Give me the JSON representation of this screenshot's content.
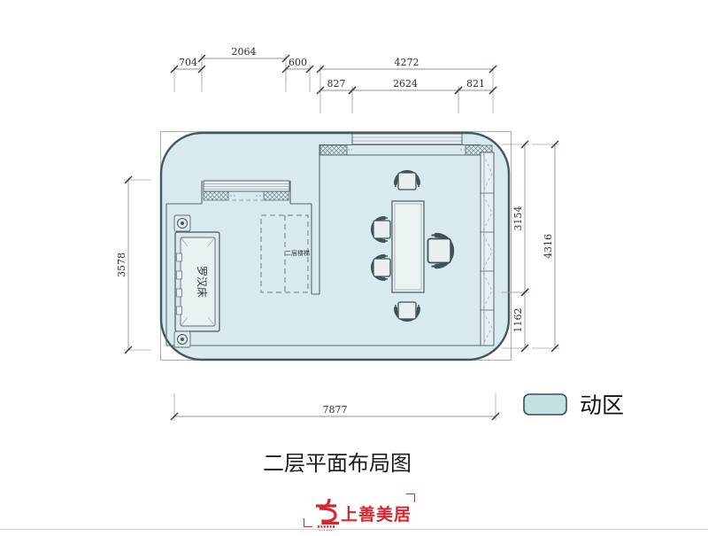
{
  "title": "二层平面布局图",
  "legend": {
    "label": "动区",
    "swatch_color": "#c3e0e3"
  },
  "logo": {
    "name": "上善美居",
    "color": "#d7262e"
  },
  "plan": {
    "room_fill": "#d9eaee",
    "outline_color": "#46585e",
    "furniture_labels": {
      "daybed": "罗汉床",
      "stairs": "二层楼梯"
    }
  },
  "dimensions": {
    "items": [
      {
        "value": "2064",
        "axis": "h",
        "a": 228,
        "b": 323,
        "at": 66,
        "e": 1
      },
      {
        "value": "704",
        "axis": "h",
        "a": 197,
        "b": 228,
        "at": 78,
        "e": 1
      },
      {
        "value": "600",
        "axis": "h",
        "a": 323,
        "b": 350,
        "at": 78,
        "e": 1
      },
      {
        "value": "4272",
        "axis": "h",
        "a": 362,
        "b": 557,
        "at": 78,
        "e": 1
      },
      {
        "value": "827",
        "axis": "h",
        "a": 362,
        "b": 398,
        "at": 102,
        "e": 1
      },
      {
        "value": "2624",
        "axis": "h",
        "a": 398,
        "b": 518,
        "at": 102,
        "e": 1
      },
      {
        "value": "821",
        "axis": "h",
        "a": 518,
        "b": 557,
        "at": 102,
        "e": 1
      },
      {
        "value": "7877",
        "axis": "h",
        "a": 197,
        "b": 560,
        "at": 470,
        "e": -1
      },
      {
        "value": "3578",
        "axis": "v",
        "a": 203,
        "b": 395,
        "at": 145,
        "e": 1
      },
      {
        "value": "3154",
        "axis": "v",
        "a": 163,
        "b": 330,
        "at": 593,
        "e": -1
      },
      {
        "value": "1162",
        "axis": "v",
        "a": 330,
        "b": 393,
        "at": 593,
        "e": -1
      },
      {
        "value": "4316",
        "axis": "v",
        "a": 163,
        "b": 393,
        "at": 627,
        "e": -1
      }
    ]
  }
}
